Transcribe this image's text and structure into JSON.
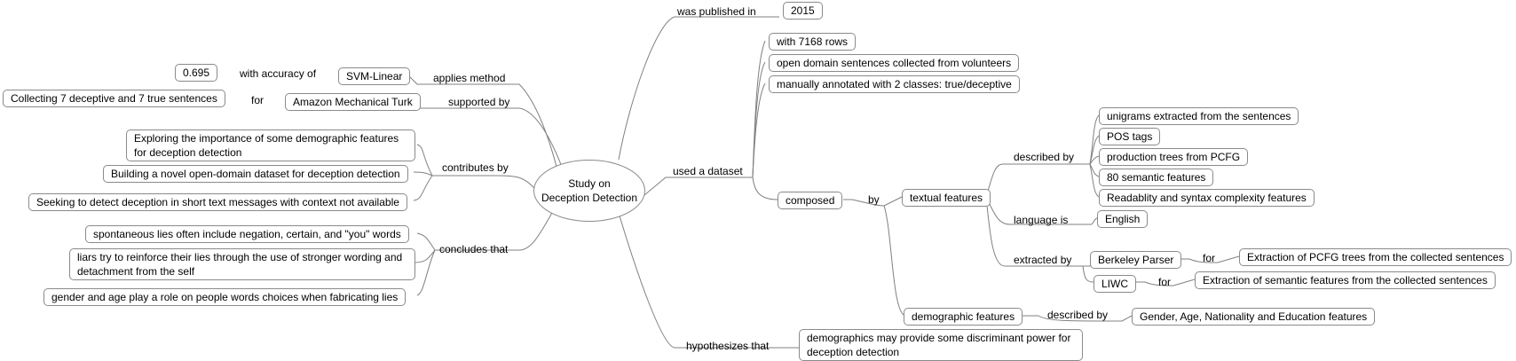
{
  "root": "Study on\nDeception Detection",
  "edges": {
    "published": "was published in",
    "dataset": "used a dataset",
    "hypothesizes": "hypothesizes that",
    "applies": "applies method",
    "accuracy": "with accuracy of",
    "supported": "supported by",
    "for_amt": "for",
    "contributes": "contributes by",
    "concludes": "concludes that",
    "by": "by",
    "described_by": "described by",
    "language_is": "language is",
    "extracted_by": "extracted by",
    "for_berkeley": "for",
    "for_liwc": "for",
    "demo_described_by": "described by"
  },
  "nodes": {
    "year": "2015",
    "rows": "with 7168 rows",
    "open_domain": "open domain sentences collected from volunteers",
    "annotated": "manually annotated with 2 classes: true/deceptive",
    "composed": "composed",
    "textual": "textual features",
    "unigrams": "unigrams extracted from the sentences",
    "pos": "POS tags",
    "production": "production trees from PCFG",
    "semantic80": "80 semantic features",
    "readability": "Readablity and syntax complexity features",
    "english": "English",
    "berkeley": "Berkeley Parser",
    "berkeley_purpose": "Extraction of PCFG trees from the collected sentences",
    "liwc": "LIWC",
    "liwc_purpose": "Extraction of semantic features from the collected sentences",
    "demographic": "demographic features",
    "demo_desc": "Gender, Age, Nationality and Education features",
    "hypothesis": "demographics may provide some discriminant power for deception detection",
    "svm": "SVM-Linear",
    "accuracy_value": "0.695",
    "amt": "Amazon Mechanical Turk",
    "collecting": "Collecting 7 deceptive and 7 true sentences",
    "contrib1": "Exploring the importance of some demographic features for deception detection",
    "contrib2": "Building a novel open-domain dataset for deception detection",
    "contrib3": "Seeking to detect deception in short text messages with context not available",
    "concl1": "spontaneous lies often include negation, certain, and \"you\" words",
    "concl2": "liars try to reinforce their lies through the use of stronger wording and detachment from the self",
    "concl3": "gender and age play a role on people words choices when fabricating lies"
  }
}
